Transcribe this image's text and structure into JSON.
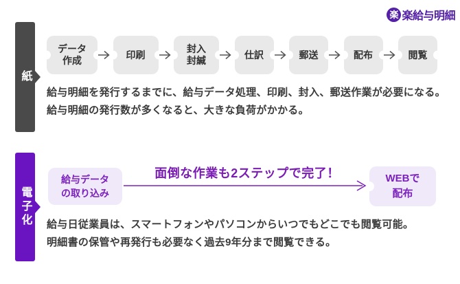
{
  "logo": {
    "badge": "楽",
    "text": "楽給与明細",
    "color": "#5320a6"
  },
  "paper_section": {
    "label": "紙",
    "steps": [
      "データ\n作成",
      "印刷",
      "封入\n封緘",
      "仕訳",
      "郵送",
      "配布",
      "閲覧"
    ],
    "description_line1": "給与明細を発行するまでに、給与データ処理、印刷、封入、郵送作業が必要になる。",
    "description_line2": "給与明細の発行数が多くなると、大きな負荷がかかる。"
  },
  "digital_section": {
    "label": "電子化",
    "step_import": "給与データ\nの取り込み",
    "headline": "面倒な作業も2ステップで完了！",
    "step_web": "WEBで\n配布",
    "description_line1": "給与日従業員は、スマートフォンやパソコンからいつでもどこでも閲覧可能。",
    "description_line2": "明細書の保管や再発行も必要なく過去9年分まで閲覧できる。"
  },
  "colors": {
    "paper_bar": "#4a4a4a",
    "digital_bar": "#6a13c0",
    "step_box_gray": "#e9e9e9",
    "step_box_lavender": "#efe9fa",
    "purple_text": "#7b22bc",
    "body_text": "#3b3b3b"
  }
}
